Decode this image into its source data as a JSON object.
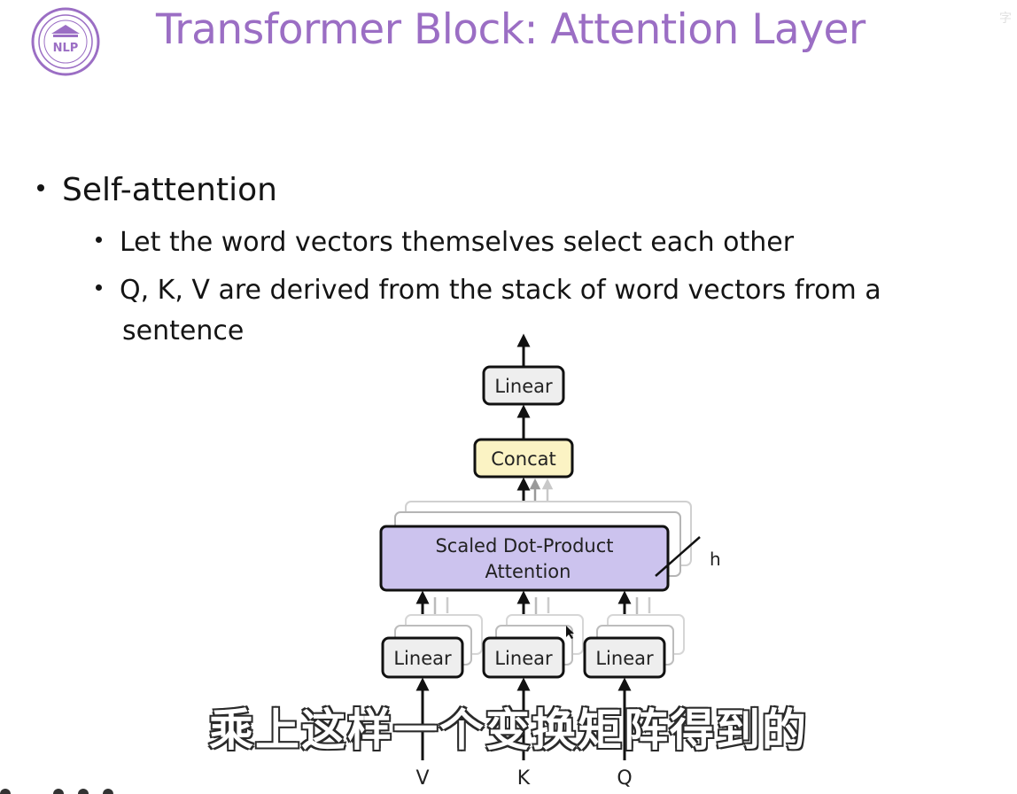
{
  "slide": {
    "title": "Transformer Block: Attention Layer",
    "logo_text": "NLP",
    "corner_text": "字"
  },
  "bullets": {
    "level1": "Self-attention",
    "level2": [
      "Let the word vectors themselves select each other",
      "Q, K, V are derived from the stack of word vectors from a"
    ],
    "level2_continuation": "sentence"
  },
  "diagram": {
    "top_linear": "Linear",
    "concat": "Concat",
    "attention_line1": "Scaled Dot-Product",
    "attention_line2": "Attention",
    "heads_label": "h",
    "input_linears": [
      "Linear",
      "Linear",
      "Linear"
    ],
    "inputs": [
      "V",
      "K",
      "Q"
    ],
    "colors": {
      "linear_fill": "#eeeeee",
      "concat_fill": "#fbf3c4",
      "attention_fill": "#ccc3ee",
      "title_color": "#9b6ec4"
    }
  },
  "caption": {
    "subtitle": "乘上这样一个变换矩阵得到的"
  }
}
